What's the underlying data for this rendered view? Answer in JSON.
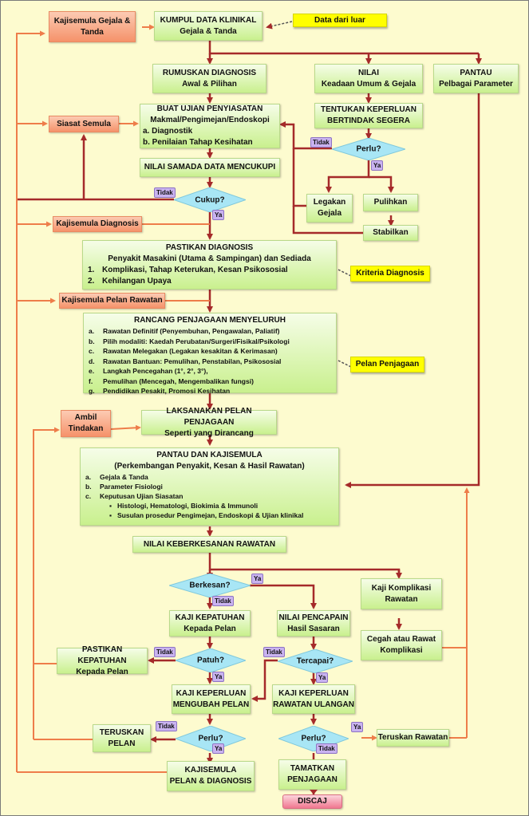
{
  "colors": {
    "background": "#fdfbcf",
    "main_arrow": "#a52a2a",
    "feedback_arrow": "#ee7d4a",
    "process_box": "#d8f5a6",
    "review_box": "#f7a582",
    "note_box": "#ffff00",
    "decision": "#a8e6f5",
    "tag": "#c9b3f0",
    "end_box": "#f07890"
  },
  "review_boxes": {
    "kajisemula_gejala": "Kajisemula Gejala & Tanda",
    "siasat_semula": "Siasat Semula",
    "kajisemula_diagnosis": "Kajisemula Diagnosis",
    "kajisemula_pelan": "Kajisemula Pelan Rawatan",
    "ambil_tindakan": "Ambil Tindakan"
  },
  "notes": {
    "data_luar": "Data dari luar",
    "kriteria": "Kriteria Diagnosis",
    "pelan": "Pelan Penjagaan"
  },
  "kumpul_data": {
    "title": "KUMPUL DATA KLINIKAL",
    "sub": "Gejala & Tanda"
  },
  "rumuskan": {
    "title": "RUMUSKAN DIAGNOSIS",
    "sub": "Awal & Pilihan"
  },
  "nilai_keadaan": {
    "title": "NILAI",
    "sub": "Keadaan Umum & Gejala"
  },
  "pantau_param": {
    "title": "PANTAU",
    "sub": "Pelbagai Parameter"
  },
  "ujian": {
    "title": "BUAT UJIAN PENYIASATAN",
    "sub": "Makmal/Pengimejan/Endoskopi",
    "items": [
      "a. Diagnostik",
      "b. Penilaian Tahap Kesihatan"
    ]
  },
  "tentukan": {
    "line1": "TENTUKAN KEPERLUAN",
    "line2": "BERTINDAK SEGERA"
  },
  "nilai_samada": "NILAI SAMADA DATA MENCUKUPI",
  "legakan": {
    "line1": "Legakan",
    "line2": "Gejala"
  },
  "pulihkan": "Pulihkan",
  "stabilkan": "Stabilkan",
  "pastikan_diagnosis": {
    "title": "PASTIKAN DIAGNOSIS",
    "sub": "Penyakit Masakini (Utama & Sampingan) dan Sediada",
    "items": [
      {
        "mk": "1.",
        "text": "Komplikasi, Tahap Keterukan, Kesan Psikososial"
      },
      {
        "mk": "2.",
        "text": "Kehilangan Upaya"
      }
    ]
  },
  "rancang": {
    "title": "RANCANG PENJAGAAN MENYELURUH",
    "items": [
      {
        "mk": "a.",
        "text": "Rawatan Definitif   (Penyembuhan,  Pengawalan, Paliatif)"
      },
      {
        "mk": "b.",
        "text": "Pilih modaliti:  Kaedah Perubatan/Surgeri/Fisikal/Psikologi"
      },
      {
        "mk": "c.",
        "text": "Rawatan Melegakan (Legakan kesakitan & Kerimasan)"
      },
      {
        "mk": "d.",
        "text": "Rawatan Bantuan: Pemulihan, Penstabilan, Psikososial"
      },
      {
        "mk": "e.",
        "text": "Langkah Pencegahan (1°, 2°, 3°),"
      },
      {
        "mk": "f.",
        "text": "Pemulihan (Mencegah, Mengembalikan fungsi)"
      },
      {
        "mk": "g.",
        "text": "Pendidikan Pesakit, Promosi Kesihatan"
      }
    ]
  },
  "laksanakan": {
    "title": "LAKSANAKAN PELAN PENJAGAAN",
    "sub": "Seperti yang Dirancang"
  },
  "pantau_kaji": {
    "title": "PANTAU DAN KAJISEMULA",
    "sub": "(Perkembangan Penyakit, Kesan & Hasil Rawatan)",
    "items": [
      {
        "mk": "a.",
        "text": "Gejala & Tanda"
      },
      {
        "mk": "b.",
        "text": "Parameter Fisiologi"
      },
      {
        "mk": "c.",
        "text": "Keputusan Ujian Siasatan"
      }
    ],
    "subitems": [
      "Histologi, Hematologi, Biokimia & Immunoli",
      "Susulan prosedur Pengimejan, Endoskopi & Ujian klinikal"
    ]
  },
  "nilai_keberkesanan": "NILAI KEBERKESANAN RAWATAN",
  "kaji_komplikasi": {
    "line1": "Kaji Komplikasi",
    "line2": "Rawatan"
  },
  "cegah": {
    "line1": "Cegah atau Rawat",
    "line2": "Komplikasi"
  },
  "kaji_kepatuhan": {
    "title": "KAJI KEPATUHAN",
    "sub": "Kepada Pelan"
  },
  "nilai_pencapain": {
    "title": "NILAI PENCAPAIN",
    "sub": "Hasil Sasaran"
  },
  "pastikan_kepatuhan": {
    "title": "PASTIKAN KEPATUHAN",
    "sub": "Kepada Pelan"
  },
  "kaji_mengubah": {
    "line1": "KAJI KEPERLUAN",
    "line2": "MENGUBAH PELAN"
  },
  "kaji_ulangan": {
    "line1": "KAJI KEPERLUAN",
    "line2": "RAWATAN ULANGAN"
  },
  "teruskan_pelan": {
    "line1": "TERUSKAN",
    "line2": "PELAN"
  },
  "teruskan_rawatan": "Teruskan Rawatan",
  "kajisemula_pd": {
    "line1": "KAJISEMULA",
    "line2": "PELAN & DIAGNOSIS"
  },
  "tamatkan": {
    "line1": "TAMATKAN",
    "line2": "PENJAGAAN"
  },
  "discaj": "DISCAJ",
  "decisions": {
    "perlu1": "Perlu?",
    "cukup": "Cukup?",
    "berkesan": "Berkesan?",
    "patuh": "Patuh?",
    "tercapai": "Tercapai?",
    "perlu2": "Perlu?",
    "perlu3": "Perlu?"
  },
  "tags": {
    "ya": "Ya",
    "tidak": "Tidak"
  }
}
